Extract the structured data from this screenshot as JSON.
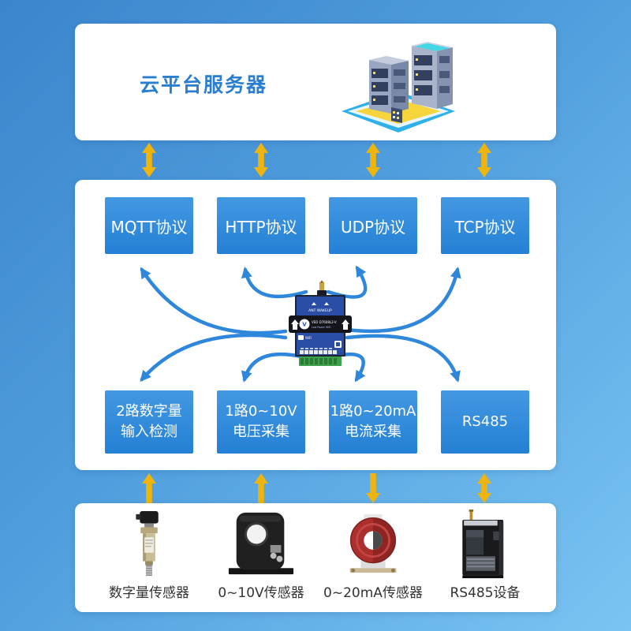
{
  "page": {
    "bg_gradient_from": "#3c85cd",
    "bg_gradient_to": "#7ac4f2"
  },
  "colors": {
    "panel_white": "#ffffff",
    "box_blue_top": "#4398e2",
    "box_blue_bottom": "#2480d5",
    "curve_blue": "#2e87da",
    "arrow_yellow": "#efb40e",
    "title_blue": "#2a7ecf",
    "label_dark": "#333333"
  },
  "cloud_panel": {
    "title": "云平台服务器",
    "illustration": "isometric-server-buildings"
  },
  "protocol_boxes": [
    {
      "label": "MQTT协议"
    },
    {
      "label": "HTTP协议"
    },
    {
      "label": "UDP协议"
    },
    {
      "label": "TCP协议"
    }
  ],
  "function_boxes": [
    {
      "line1": "2路数字量",
      "line2": "输入检测"
    },
    {
      "line1": "1路0~10V",
      "line2": "电压采集"
    },
    {
      "line1": "1路0~20mA",
      "line2": "电流采集"
    },
    {
      "line1": "RS485",
      "line2": ""
    }
  ],
  "sensor_items": [
    {
      "label": "数字量传感器",
      "icon": "pressure-transmitter-icon"
    },
    {
      "label": "0~10V传感器",
      "icon": "black-ct-sensor-icon"
    },
    {
      "label": "0~20mA传感器",
      "icon": "red-ct-sensor-icon"
    },
    {
      "label": "RS485设备",
      "icon": "rs485-tower-device-icon"
    }
  ],
  "gateway_device": {
    "top_label": "ANT WAKEUP",
    "brand": "VED D7608L2-V",
    "brand_sub": "Low Power WiFi",
    "port_label": "WiFi"
  },
  "link_arrows": {
    "top": [
      "both",
      "both",
      "both",
      "both"
    ],
    "bottom": [
      "up",
      "up",
      "down",
      "both"
    ]
  }
}
